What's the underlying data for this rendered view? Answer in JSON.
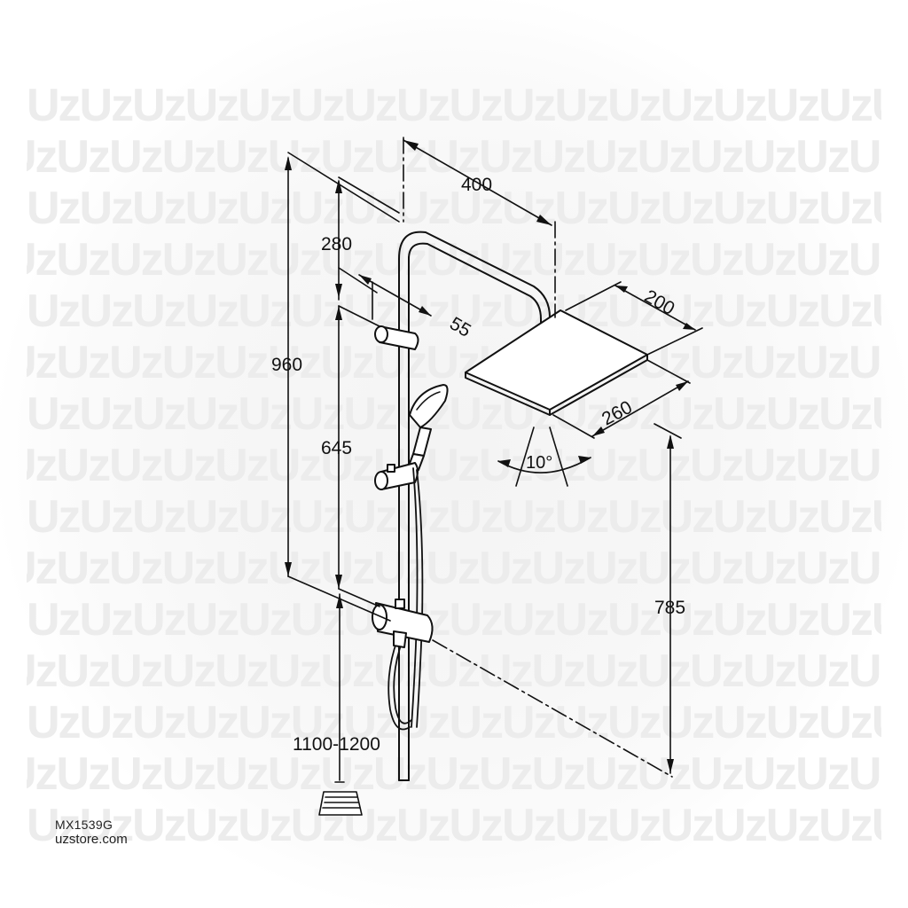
{
  "product_code": "MX1539G",
  "store_url": "uzstore.com",
  "watermark_text": "Uz",
  "dimensions": {
    "arm_length": "400",
    "head_depth": "200",
    "head_width": "260",
    "tilt_angle": "10°",
    "upper_rail": "280",
    "bracket_offset": "55",
    "total_height": "960",
    "bracket_spacing": "645",
    "head_clearance": "785",
    "mount_height": "1100-1200"
  },
  "colors": {
    "line": "#111111",
    "watermark": "#ececec"
  }
}
